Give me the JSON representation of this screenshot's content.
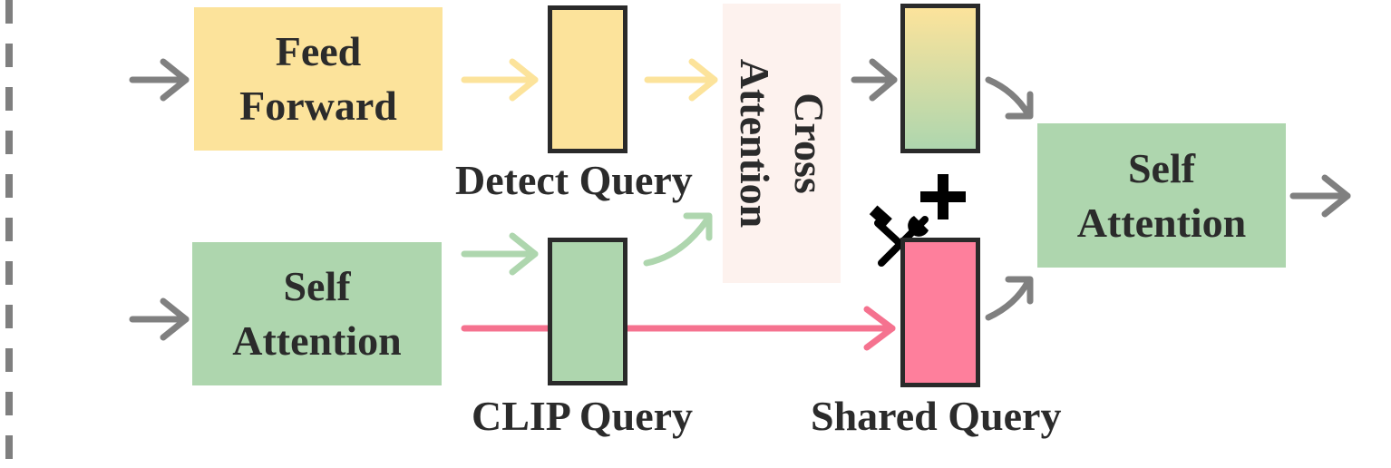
{
  "colors": {
    "feed_forward": "#fce39b",
    "self_attention": "#aed6ae",
    "cross_attention": "#fdf2ee",
    "detect_query": "#fce39b",
    "clip_query": "#aed6ae",
    "shared_query": "#fe7f9c",
    "arrow_gray": "#808080",
    "arrow_yellow": "#fce39b",
    "arrow_green": "#aed6ae",
    "arrow_pink": "#f5728f"
  },
  "blocks": {
    "feed_forward": {
      "line1": "Feed",
      "line2": "Forward"
    },
    "self_attention_left": {
      "line1": "Self",
      "line2": "Attention"
    },
    "cross_attention": {
      "line1": "Cross",
      "line2": "Attention"
    },
    "self_attention_right": {
      "line1": "Self",
      "line2": "Attention"
    }
  },
  "labels": {
    "detect_query": "Detect Query",
    "clip_query": "CLIP Query",
    "shared_query": "Shared Query"
  },
  "icons": {
    "plus": "plus-icon",
    "tool": "hammer-wrench-icon"
  }
}
